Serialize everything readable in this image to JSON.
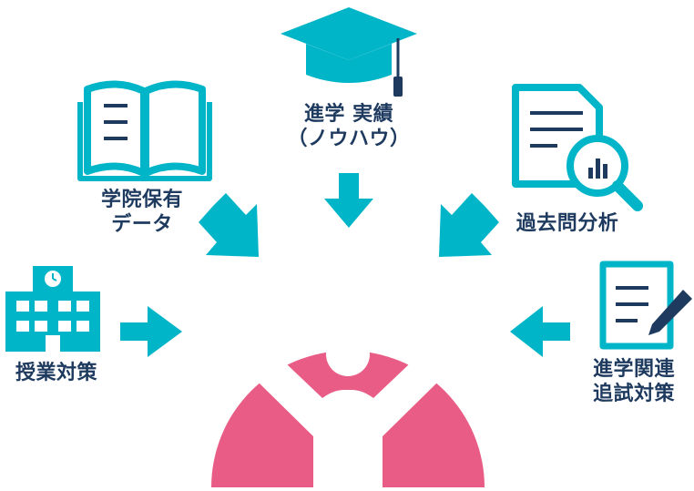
{
  "center": {
    "title": "内部進学",
    "color": "#e95c85"
  },
  "sources": [
    {
      "id": "achievements",
      "line1": "進学 実績",
      "line2": "（ノウハウ）",
      "icon": "graduation-cap-icon"
    },
    {
      "id": "school-data",
      "line1": "学院保有",
      "line2": "データ",
      "icon": "open-book-icon"
    },
    {
      "id": "past-exams",
      "line1": "過去問分析",
      "icon": "document-magnifier-icon"
    },
    {
      "id": "class-prep",
      "line1": "授業対策",
      "icon": "school-building-icon"
    },
    {
      "id": "exam-prep",
      "line1": "進学関連",
      "line2": "追試対策",
      "icon": "document-pen-icon"
    }
  ],
  "colors": {
    "accent": "#00b5c8",
    "text": "#1e3a5f",
    "white": "#ffffff"
  }
}
